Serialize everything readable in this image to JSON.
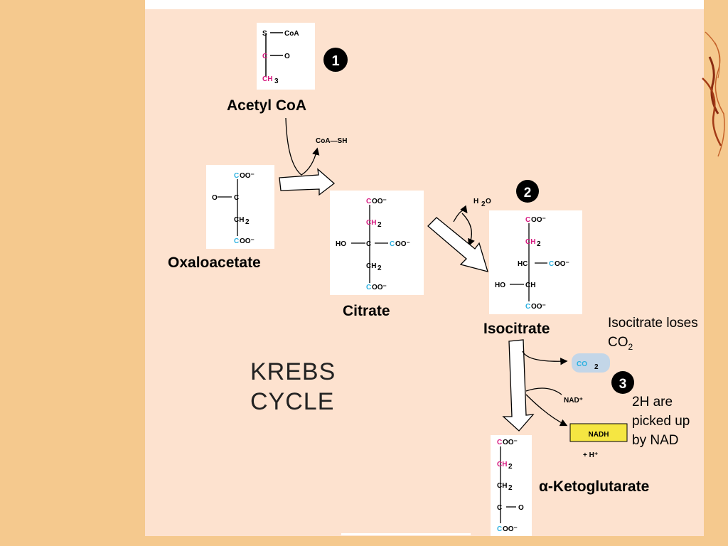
{
  "title": {
    "line1": "KREBS",
    "line2": "CYCLE"
  },
  "molecules": {
    "acetyl_coa": {
      "label": "Acetyl CoA",
      "l1": "S",
      "l1b": "CoA",
      "l2": "C",
      "l2b": "O",
      "l3": "CH",
      "sub3": "3"
    },
    "oxaloacetate": {
      "label": "Oxaloacetate",
      "c1": "C",
      "c1b": "OO⁻",
      "o": "O",
      "c2": "C",
      "ch2": "CH",
      "sub2": "2",
      "c4": "C",
      "c4b": "OO⁻"
    },
    "citrate": {
      "label": "Citrate",
      "c1": "C",
      "c1b": "OO⁻",
      "ch2": "CH",
      "sub2": "2",
      "ho": "HO",
      "c3": "C",
      "c3b": "C",
      "c3c": "OO⁻",
      "ch2b": "CH",
      "sub2b": "2",
      "c5": "C",
      "c5b": "OO⁻"
    },
    "isocitrate": {
      "label": "Isocitrate",
      "c1": "C",
      "c1b": "OO⁻",
      "ch2": "CH",
      "sub2": "2",
      "hc": "HC",
      "c3b": "C",
      "c3c": "OO⁻",
      "ho": "HO",
      "ch": "CH",
      "c5": "C",
      "c5b": "OO⁻"
    },
    "akg": {
      "label": "α-Ketoglutarate",
      "c1": "C",
      "c1b": "OO⁻",
      "ch2a": "CH",
      "sub2a": "2",
      "ch2b": "CH",
      "sub2b": "2",
      "c4": "C",
      "c4o": "O",
      "c5": "C",
      "c5b": "OO⁻"
    }
  },
  "reactants": {
    "coa_sh": "CoA—SH",
    "h2o": "H",
    "h2o_sub": "2",
    "h2o_o": "O",
    "co2": "CO",
    "co2_sub": "2",
    "nad_plus": "NAD⁺",
    "nadh": "NADH",
    "h_plus": "+ H⁺"
  },
  "steps": [
    "1",
    "2",
    "3"
  ],
  "notes": {
    "co2_note_1": "Isocitrate loses",
    "co2_note_2": "CO",
    "co2_note_sub": "2",
    "nad_note_1": "2H are",
    "nad_note_2": "picked up",
    "nad_note_3": "by NAD"
  },
  "colors": {
    "background": "#f5c98e",
    "panel": "#fde2cf",
    "carbon_from_acetyl": "#d6177f",
    "carbon_from_oxaloacetate": "#2ab0e0",
    "nadh_box": "#f5e642"
  }
}
